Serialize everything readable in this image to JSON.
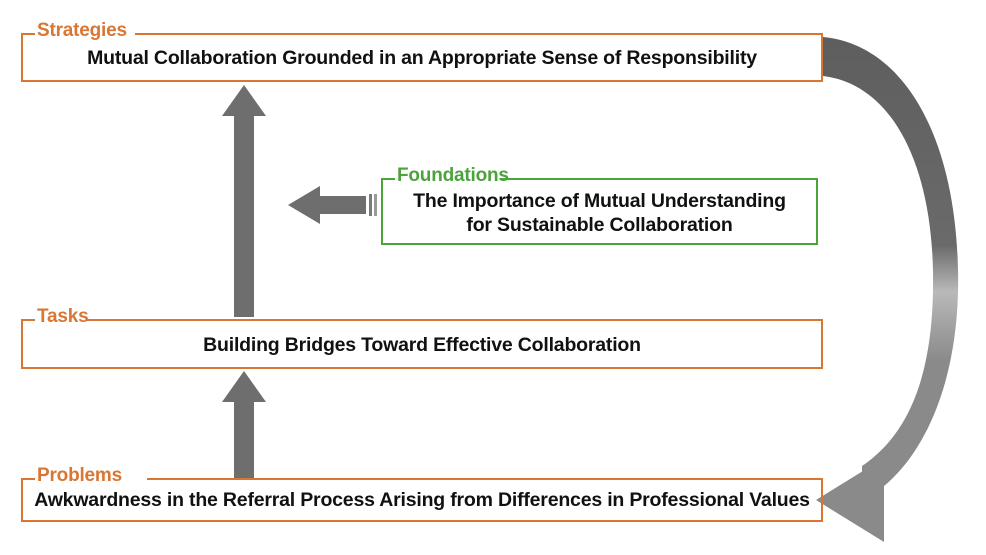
{
  "diagram": {
    "title_colors": {
      "orange": "#D97634",
      "green": "#4CA33C",
      "arrow_gray": "#6E6E6E",
      "arrow_gray_light": "#8F8F8F",
      "text": "#111111"
    },
    "boxes": [
      {
        "id": "strategies",
        "legend": "Strategies",
        "text": "Mutual Collaboration Grounded in an Appropriate Sense of Responsibility",
        "color": "#D97634"
      },
      {
        "id": "foundations",
        "legend": "Foundations",
        "line1": "The Importance of Mutual Understanding",
        "line2": "for Sustainable Collaboration",
        "color": "#4CA33C"
      },
      {
        "id": "tasks",
        "legend": "Tasks",
        "text": "Building Bridges Toward Effective Collaboration",
        "color": "#D97634"
      },
      {
        "id": "problems",
        "legend": "Problems",
        "text": "Awkwardness in the Referral Process Arising from Differences in Professional Values",
        "color": "#D97634"
      }
    ],
    "arrows": [
      {
        "id": "problems-to-tasks",
        "name": "up-arrow-problems-to-tasks",
        "direction": "up"
      },
      {
        "id": "tasks-to-strategies",
        "name": "up-arrow-tasks-to-strategies",
        "direction": "up"
      },
      {
        "id": "foundations-to-flow",
        "name": "left-arrow-foundations",
        "direction": "left"
      },
      {
        "id": "strategies-to-problems",
        "name": "curved-arrow-strategies-to-problems",
        "direction": "curved-down-left"
      }
    ]
  }
}
